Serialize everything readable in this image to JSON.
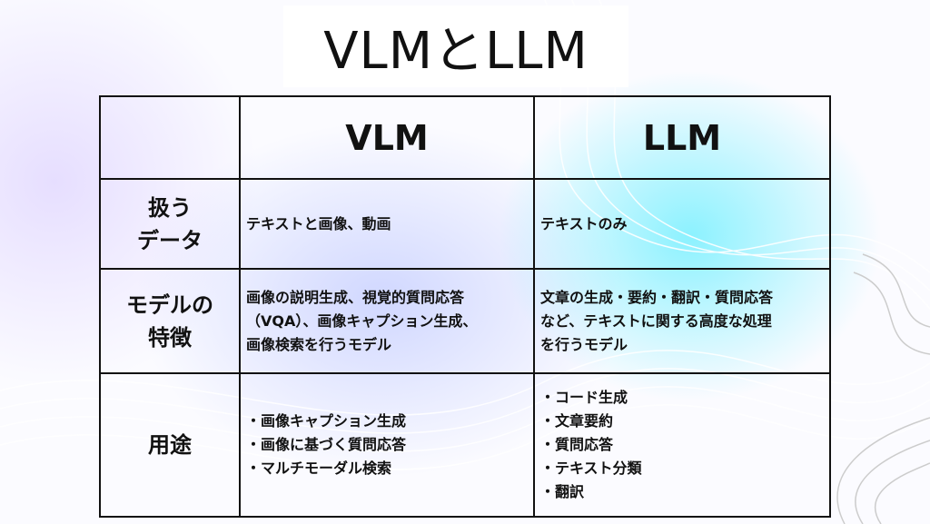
{
  "title": "VLMとLLM",
  "table": {
    "columns": [
      "VLM",
      "LLM"
    ],
    "rows": [
      {
        "header": [
          "扱う",
          "データ"
        ],
        "vlm": [
          "テキストと画像、動画"
        ],
        "llm": [
          "テキストのみ"
        ]
      },
      {
        "header": [
          "モデルの",
          "特徴"
        ],
        "vlm": [
          "画像の説明生成、視覚的質問応答",
          "（VQA）、画像キャプション生成、",
          "画像検索を行うモデル"
        ],
        "llm": [
          "文章の生成・要約・翻訳・質問応答",
          "など、テキストに関する高度な処理",
          "を行うモデル"
        ]
      },
      {
        "header": [
          "用途"
        ],
        "vlm": [
          "・画像キャプション生成",
          "・画像に基づく質問応答",
          "・マルチモーダル検索"
        ],
        "llm": [
          "・コード生成",
          "・文章要約",
          "・質問応答",
          "・テキスト分類",
          "・翻訳"
        ]
      }
    ]
  }
}
